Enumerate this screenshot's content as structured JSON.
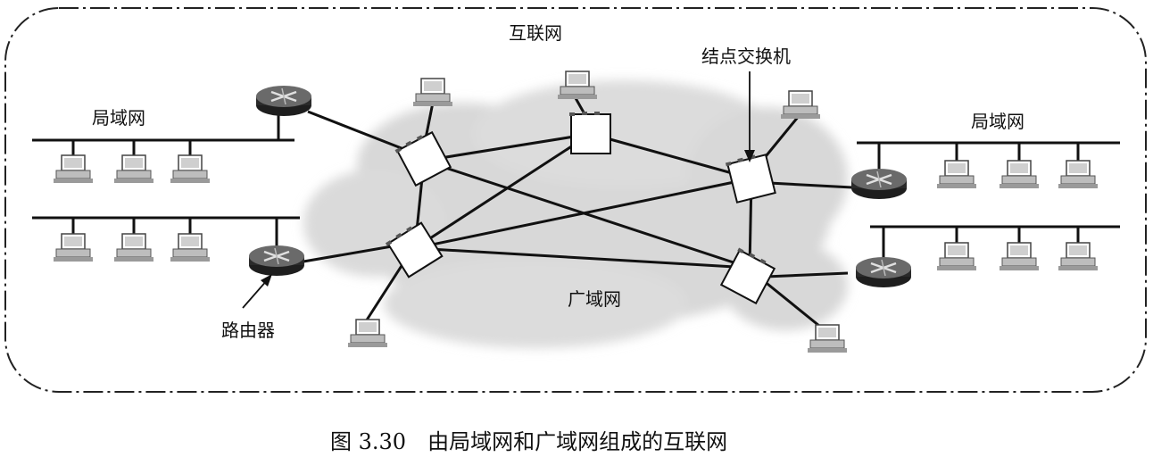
{
  "labels": {
    "internet": "互联网",
    "lan_left": "局域网",
    "lan_right": "局域网",
    "switch_node": "结点交换机",
    "router": "路由器",
    "wan": "广域网"
  },
  "caption": "图 3.30　由局域网和广域网组成的互联网",
  "icons": {
    "router": "router-icon",
    "switch": "packet-switch-icon",
    "host": "computer-icon",
    "cloud": "wan-cloud"
  },
  "colors": {
    "line": "#111111",
    "cloud": "#d9d9d9",
    "router_body": "#3a3a3a",
    "host_fill": "#bdbdbd"
  }
}
